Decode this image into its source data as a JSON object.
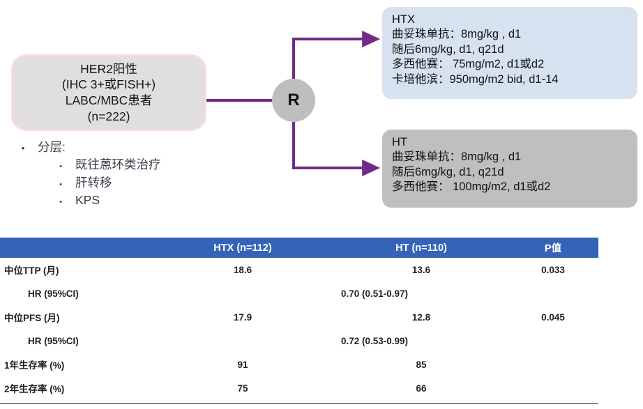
{
  "diagram": {
    "population_box": {
      "lines": [
        "HER2阳性",
        "(IHC 3+或FISH+)",
        "LABC/MBC患者",
        "(n=222)"
      ]
    },
    "stratification": {
      "heading": "分层:",
      "items": [
        "既往蒽环类治疗",
        "肝转移",
        "KPS"
      ],
      "bullet_glyph": "•"
    },
    "randomization": {
      "label": "R"
    },
    "arms": [
      {
        "id": "htx",
        "title": "HTX",
        "lines": [
          "曲妥珠单抗：8mg/kg , d1",
          "随后6mg/kg, d1, q21d",
          "多西他赛： 75mg/m2, d1或d2",
          "卡培他滨：950mg/m2 bid, d1-14"
        ],
        "fill_color": "#D7E2F0"
      },
      {
        "id": "ht",
        "title": "HT",
        "lines": [
          "曲妥珠单抗：8mg/kg , d1",
          "随后6mg/kg, d1, q21d",
          "多西他赛： 100mg/m2, d1或d2"
        ],
        "fill_color": "#BFBFBF"
      }
    ],
    "connector_color": "#702A87",
    "population_fill": "#E0DEDE",
    "population_border": "#F6DCE7",
    "node_fill": "#BEBEBE"
  },
  "results": {
    "header_color": "#3563B8",
    "columns": [
      "",
      "HTX (n=112)",
      "HT (n=110)",
      "P值"
    ],
    "rows": [
      {
        "metric": "中位TTP (月)",
        "indent": false,
        "htx": "18.6",
        "ht": "13.6",
        "p": "0.033",
        "span": false,
        "rule": false
      },
      {
        "metric": "HR (95%CI)",
        "indent": true,
        "span": true,
        "span_value": "0.70 (0.51-0.97)",
        "rule": true
      },
      {
        "metric": "中位PFS (月)",
        "indent": false,
        "htx": "17.9",
        "ht": "12.8",
        "p": "0.045",
        "span": false,
        "rule": false
      },
      {
        "metric": "HR (95%CI)",
        "indent": true,
        "span": true,
        "span_value": "0.72 (0.53-0.99)",
        "rule": true
      },
      {
        "metric": "1年生存率 (%)",
        "indent": false,
        "htx": "91",
        "ht": "85",
        "p": "",
        "span": false,
        "rule": true
      },
      {
        "metric": "2年生存率 (%)",
        "indent": false,
        "htx": "75",
        "ht": "66",
        "p": "",
        "span": false,
        "rule": false
      }
    ]
  }
}
